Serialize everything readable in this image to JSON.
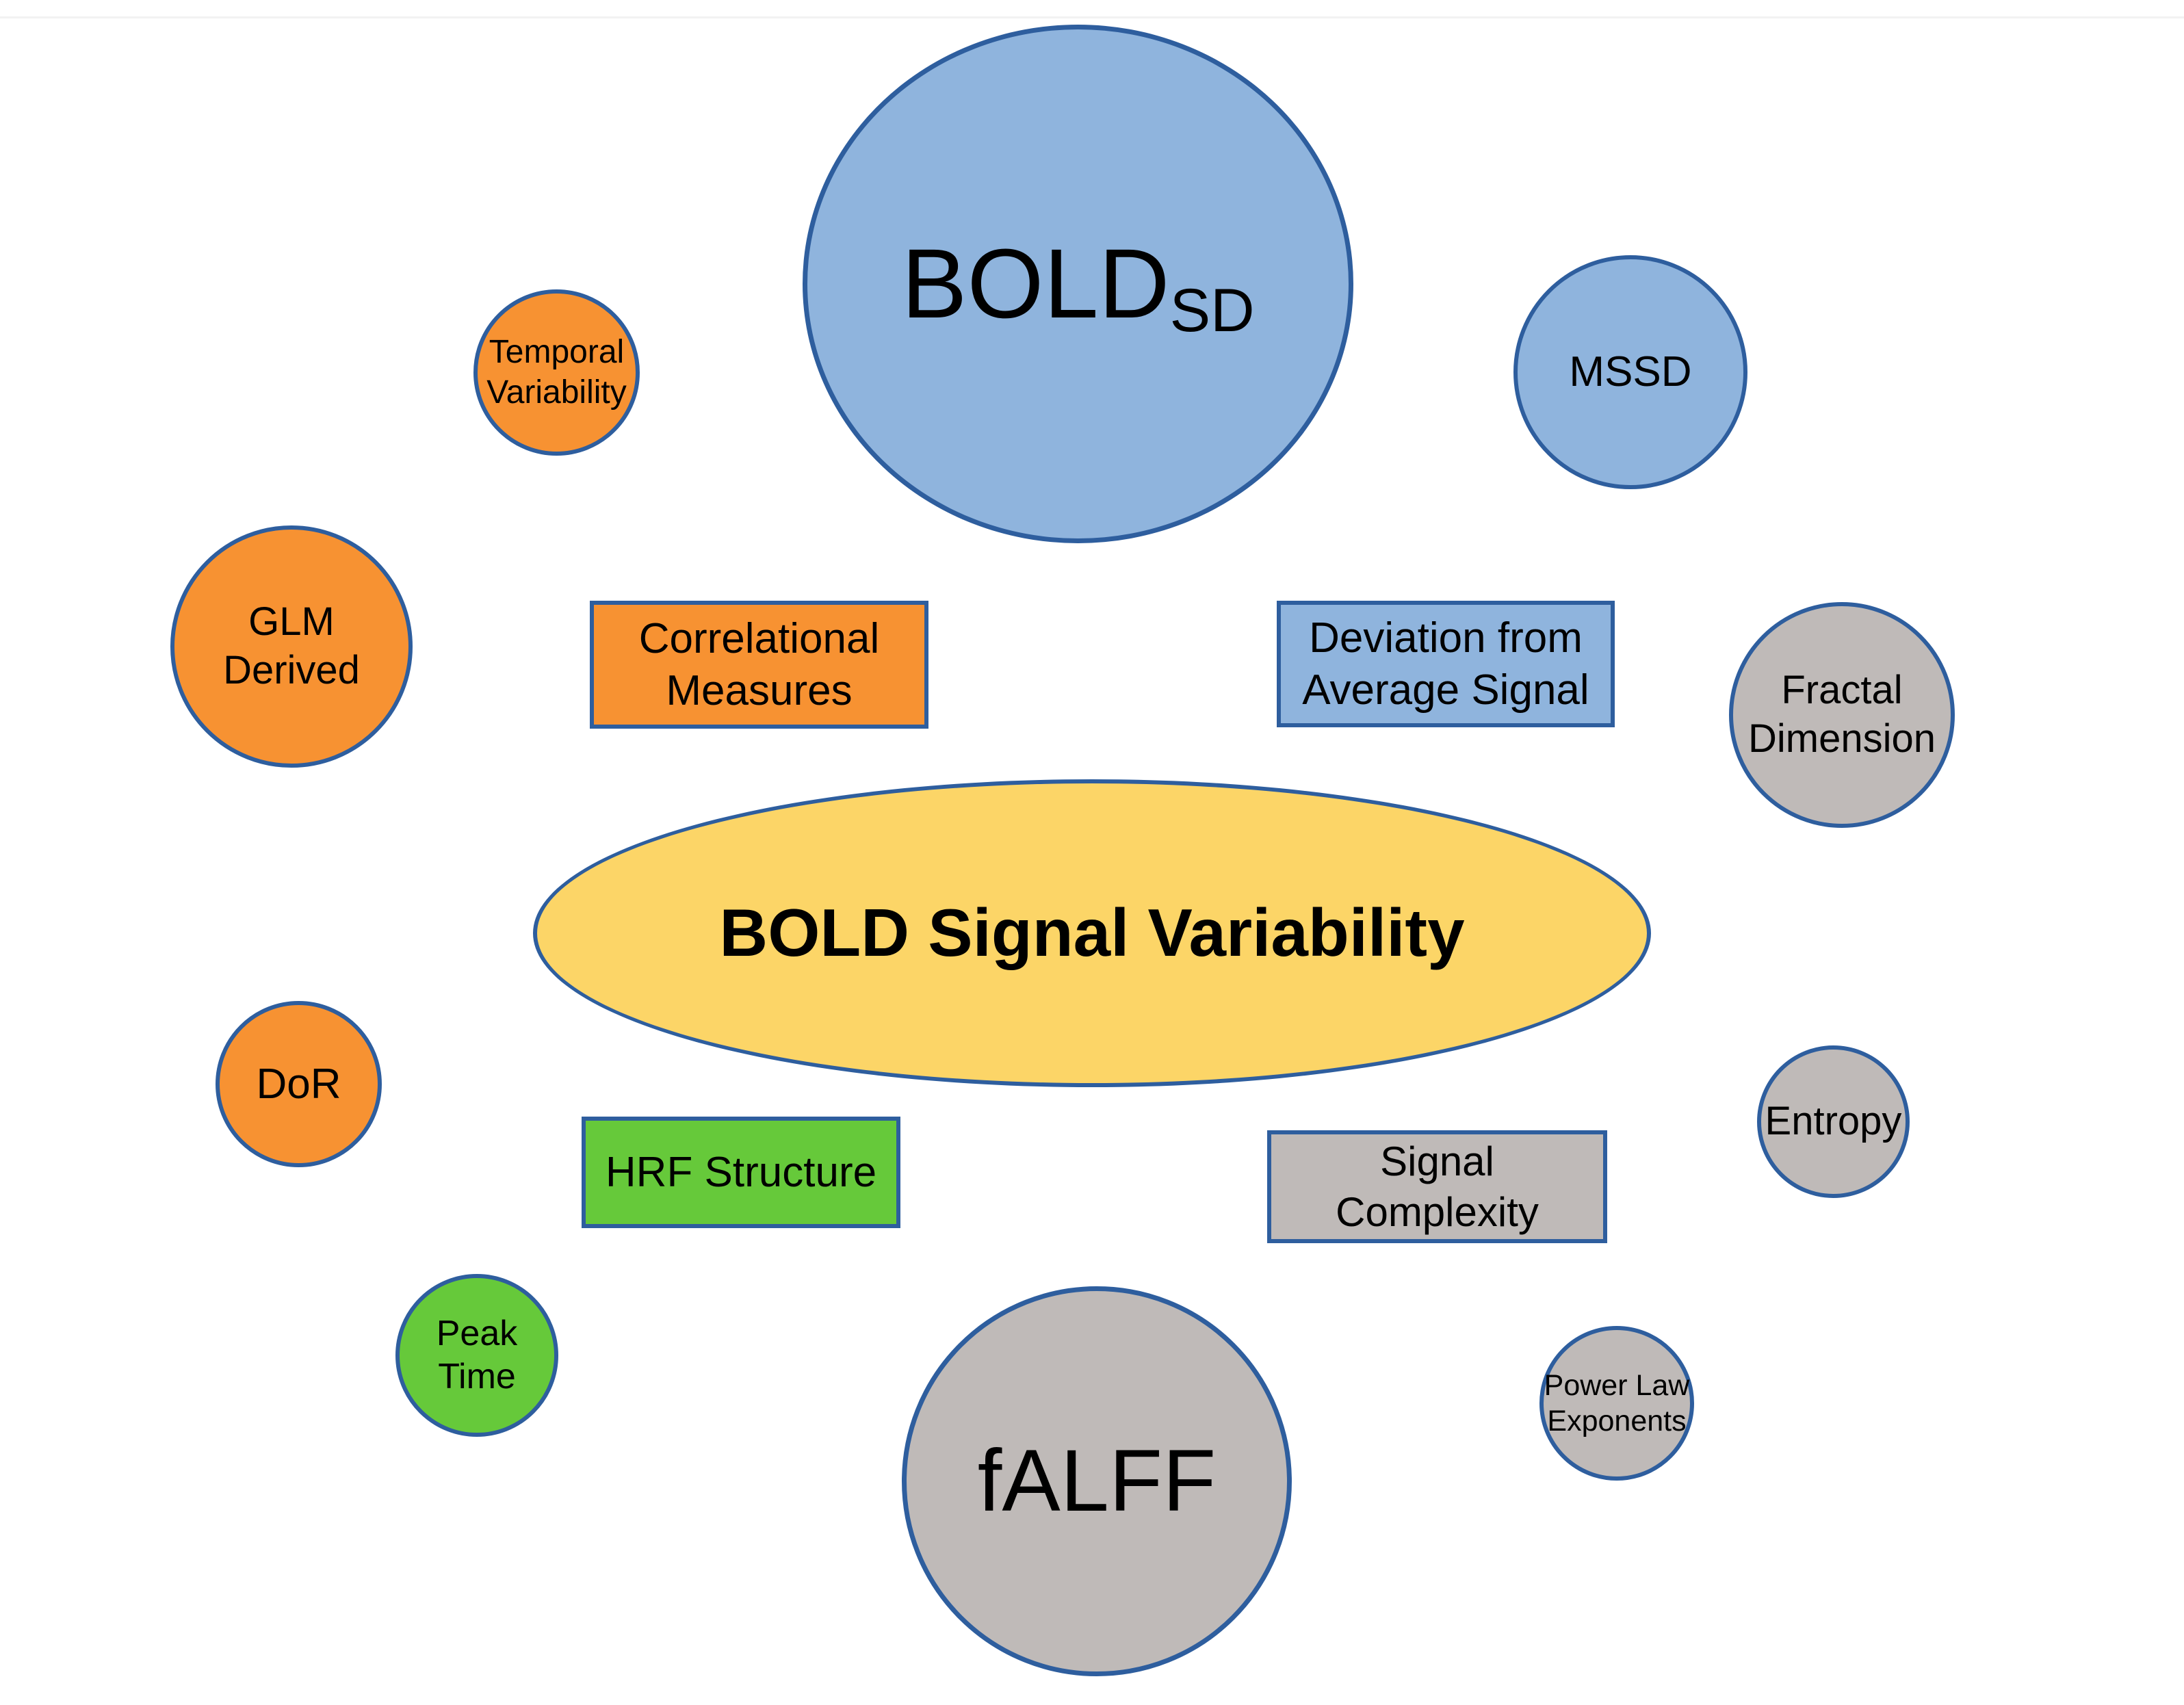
{
  "diagram": {
    "title": "BOLD Signal Variability",
    "center_node": {
      "name": "bold-signal-variability",
      "label": "BOLD Signal Variability",
      "shape": "ellipse",
      "fill": "#FCD567",
      "stroke": "#2E5E9E"
    },
    "colors": {
      "blue_fill": "#8FB4DD",
      "orange_fill": "#F79232",
      "gray_fill": "#BFBAB8",
      "green_fill": "#66C93A",
      "yellow_fill": "#FCD567",
      "stroke": "#2E5E9E",
      "text": "#000000",
      "background": "#FFFFFF",
      "top_rule": "#F2F2F2"
    },
    "nodes": [
      {
        "id": "bold-sd",
        "label": "BOLD",
        "subscript": "SD",
        "shape": "ellipse",
        "fill": "#8FB4DD",
        "stroke": "#2E5E9E",
        "category": "deviation-from-average-signal"
      },
      {
        "id": "temporal-variability",
        "label": "Temporal\nVariability",
        "shape": "ellipse",
        "fill": "#F79232",
        "stroke": "#2E5E9E",
        "category": "correlational-measures"
      },
      {
        "id": "mssd",
        "label": "MSSD",
        "shape": "ellipse",
        "fill": "#8FB4DD",
        "stroke": "#2E5E9E",
        "category": "deviation-from-average-signal"
      },
      {
        "id": "glm-derived",
        "label": "GLM\nDerived",
        "shape": "ellipse",
        "fill": "#F79232",
        "stroke": "#2E5E9E",
        "category": "correlational-measures"
      },
      {
        "id": "correlational-measures",
        "label": "Correlational\nMeasures",
        "shape": "rect",
        "fill": "#F79232",
        "stroke": "#2E5E9E",
        "category": "group-header"
      },
      {
        "id": "deviation-from-average-signal",
        "label": "Deviation from\nAverage Signal",
        "shape": "rect",
        "fill": "#8FB4DD",
        "stroke": "#2E5E9E",
        "category": "group-header"
      },
      {
        "id": "fractal-dimension",
        "label": "Fractal\nDimension",
        "shape": "ellipse",
        "fill": "#BFBAB8",
        "stroke": "#2E5E9E",
        "category": "signal-complexity"
      },
      {
        "id": "dor",
        "label": "DoR",
        "shape": "ellipse",
        "fill": "#F79232",
        "stroke": "#2E5E9E",
        "category": "correlational-measures"
      },
      {
        "id": "entropy",
        "label": "Entropy",
        "shape": "ellipse",
        "fill": "#BFBAB8",
        "stroke": "#2E5E9E",
        "category": "signal-complexity"
      },
      {
        "id": "hrf-structure",
        "label": "HRF Structure",
        "shape": "rect",
        "fill": "#66C93A",
        "stroke": "#2E5E9E",
        "category": "group-header"
      },
      {
        "id": "signal-complexity",
        "label": "Signal\nComplexity",
        "shape": "rect",
        "fill": "#BFBAB8",
        "stroke": "#2E5E9E",
        "category": "group-header"
      },
      {
        "id": "peak-time",
        "label": "Peak\nTime",
        "shape": "ellipse",
        "fill": "#66C93A",
        "stroke": "#2E5E9E",
        "category": "hrf-structure"
      },
      {
        "id": "falff",
        "label": "fALFF",
        "shape": "ellipse",
        "fill": "#BFBAB8",
        "stroke": "#2E5E9E",
        "category": "signal-complexity"
      },
      {
        "id": "power-law-exponents",
        "label": "Power Law\nExponents",
        "shape": "ellipse",
        "fill": "#BFBAB8",
        "stroke": "#2E5E9E",
        "category": "signal-complexity"
      }
    ]
  }
}
